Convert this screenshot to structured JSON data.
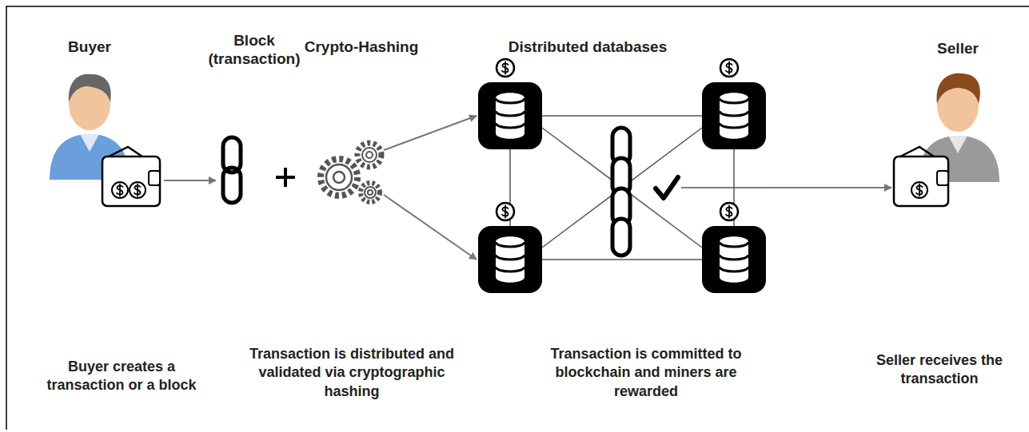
{
  "diagram": {
    "nodes": [
      {
        "text": [
          "Buyer"
        ]
      },
      {
        "text": [
          "Block (transaction)"
        ]
      },
      {
        "text": [
          "Crypto-Hashing"
        ]
      },
      {
        "text": [
          "Distributed databases"
        ]
      },
      {
        "text": [
          "Seller"
        ]
      }
    ],
    "edges": [
      {
        "from": 0,
        "to": 1,
        "arrow": "to"
      },
      {
        "from": 2,
        "to": 3,
        "arrow": "to"
      },
      {
        "from": 2,
        "to": 3,
        "arrow": "to"
      },
      {
        "from": 3,
        "to": 4,
        "arrow": "to"
      }
    ],
    "labels": [
      "Buyer creates a transaction or a block",
      "Transaction is distributed and validated via cryptographic hashing",
      "Transaction is committed to blockchain and miners are rewarded",
      "Seller receives the transaction"
    ]
  }
}
